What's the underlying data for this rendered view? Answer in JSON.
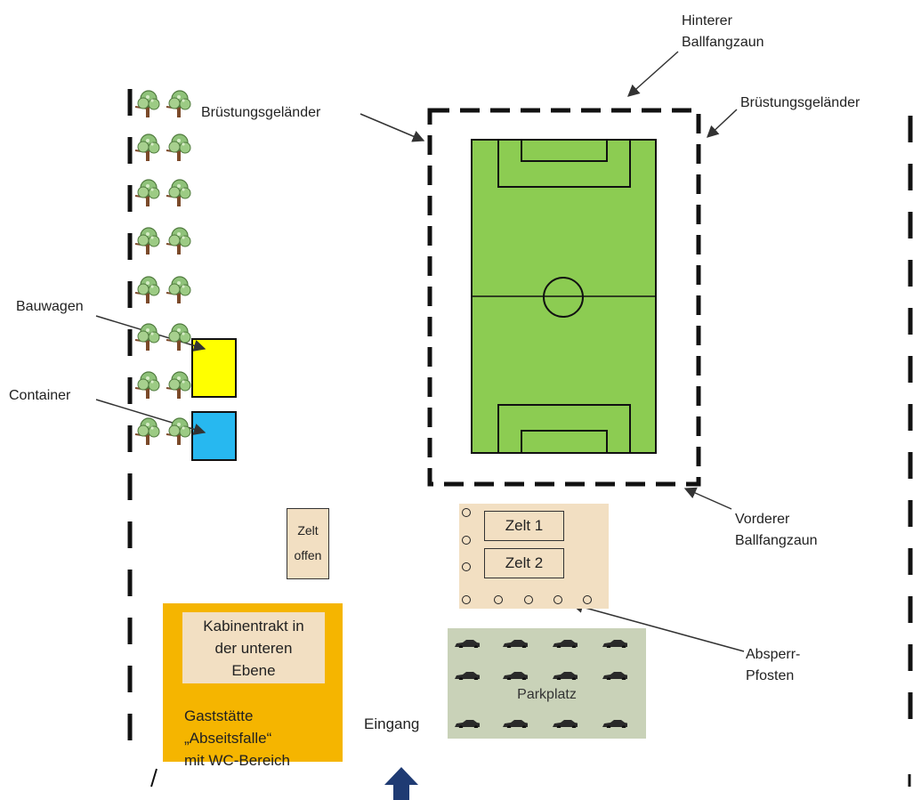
{
  "labels": {
    "hinterer": "Hinterer",
    "ballfangzaun1": "Ballfangzaun",
    "bruestung_left": "Brüstungsgeländer",
    "bruestung_right": "Brüstungsgeländer",
    "bauwagen": "Bauwagen",
    "container": "Container",
    "vorderer": "Vorderer",
    "ballfangzaun2": "Ballfangzaun",
    "absperr": "Absperr-",
    "pfosten": "Pfosten",
    "eingang": "Eingang"
  },
  "zelt_offen": {
    "line1": "Zelt",
    "line2": "offen"
  },
  "tents": {
    "zelt1": "Zelt 1",
    "zelt2": "Zelt 2"
  },
  "cabin": {
    "line1": "Kabinentrakt in",
    "line2": "der unteren",
    "line3": "Ebene"
  },
  "gaststaette": {
    "line1": "Gaststätte",
    "line2": "„Abseitsfalle“",
    "line3": "mit WC-Bereich"
  },
  "parking": {
    "label": "Parkplatz"
  },
  "colors": {
    "pitch": "#8ccc52",
    "bauwagen": "#ffff00",
    "container": "#27b8f0",
    "cabin": "#f5b500",
    "tent_bg": "#f2dfc2",
    "parking": "#c9d2b8",
    "arrow_entrance": "#1f3b73"
  }
}
